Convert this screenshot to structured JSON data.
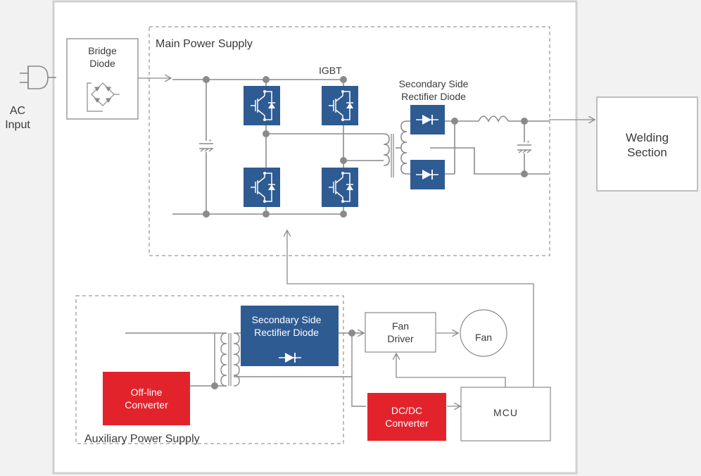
{
  "colors": {
    "background": "#f2f2f2",
    "panel": "#ffffff",
    "frame": "#d0d0d0",
    "wire": "#8a8a8a",
    "node": "#8a8a8a",
    "igbt_blue": "#2f5b93",
    "converter_red": "#e3232c",
    "text": "#3a3a3a"
  },
  "ac_input": {
    "label": "AC\nInput",
    "icon": "plug-icon"
  },
  "bridge_diode": {
    "label": "Bridge\nDiode",
    "icon": "bridge-rectifier-icon"
  },
  "main_power_supply": {
    "title": "Main Power Supply",
    "igbt_label": "IGBT",
    "rectifier_label": "Secondary Side\nRectifier Diode"
  },
  "welding_section": {
    "label": "Welding\nSection"
  },
  "auxiliary_power_supply": {
    "title": "Auxiliary Power Supply",
    "rectifier_label": "Secondary Side\nRectifier Diode",
    "offline_converter": "Off-line\nConverter"
  },
  "fan_driver": {
    "label": "Fan\nDriver"
  },
  "fan": {
    "label": "Fan"
  },
  "dcdc_converter": {
    "label": "DC/DC\nConverter"
  },
  "mcu": {
    "label": "MCU"
  }
}
